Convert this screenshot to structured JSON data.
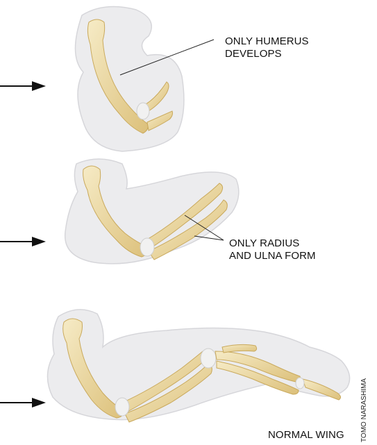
{
  "labels": {
    "humerus": [
      "ONLY HUMERUS",
      "DEVELOPS"
    ],
    "radius_ulna": [
      "ONLY RADIUS",
      "AND ULNA FORM"
    ],
    "normal": "NORMAL WING"
  },
  "credit": "TOMO NARASHIMA",
  "colors": {
    "bone": "#ecd9a4",
    "bone_shadow": "#d9bd72",
    "joint": "#eceaea",
    "tissue": "#ebebed",
    "outline": "#d4d4d8",
    "text": "#111111"
  }
}
